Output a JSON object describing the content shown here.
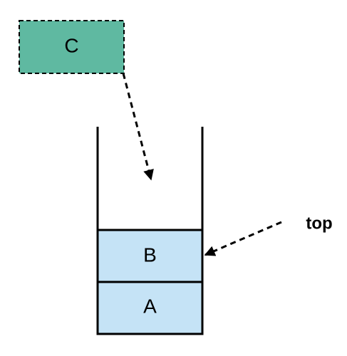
{
  "stack": {
    "items": [
      {
        "label": "B",
        "fill": "#c5e3f6"
      },
      {
        "label": "A",
        "fill": "#c5e3f6"
      }
    ],
    "wall_color": "#000000"
  },
  "incoming": {
    "label": "C",
    "fill": "#5fb9a1",
    "border_style": "dashed"
  },
  "pointer": {
    "label": "top"
  },
  "colors": {
    "stroke": "#000000",
    "background": "#ffffff"
  }
}
